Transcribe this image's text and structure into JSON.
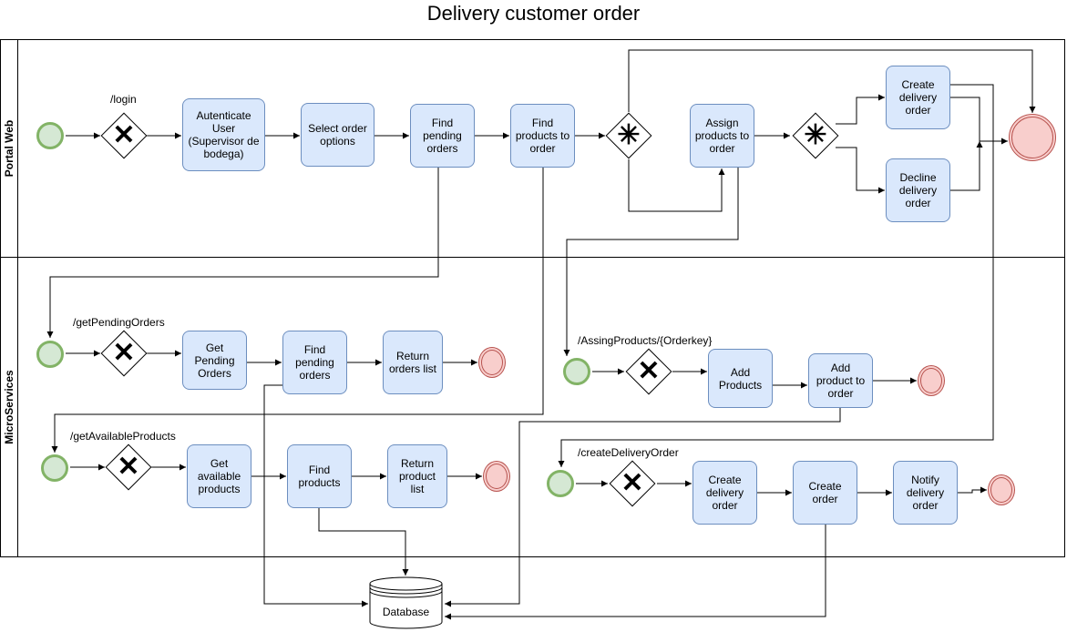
{
  "title": "Delivery customer order",
  "lanes": {
    "portal": "Portal Web",
    "micro": "MicroServices"
  },
  "labels": {
    "login": "/login",
    "get_pending_orders": "/getPendingOrders",
    "get_available_products": "/getAvailableProducts",
    "assing_products": "/AssingProducts/{Orderkey}",
    "create_delivery_order": "/createDeliveryOrder"
  },
  "tasks": {
    "authenticate_user": "Autenticate User (Supervisor de bodega)",
    "select_order_options": "Select order options",
    "find_pending_orders_portal": "Find pending orders",
    "find_products_to_order": "Find products to order",
    "assign_products_to_order": "Assign products to order",
    "create_delivery_order_portal": "Create delivery order",
    "decline_delivery_order": "Decline delivery order",
    "get_pending_orders": "Get Pending Orders",
    "find_pending_orders_ms": "Find pending orders",
    "return_orders_list": "Return orders list",
    "add_products": "Add Products",
    "add_product_to_order": "Add product to order",
    "get_available_products": "Get available products",
    "find_products": "Find products",
    "return_product_list": "Return product list",
    "create_delivery_order_ms": "Create delivery order",
    "create_order": "Create order",
    "notify_delivery_order": "Notify delivery order"
  },
  "database": "Database",
  "colors": {
    "task_fill": "#dae8fc",
    "task_stroke": "#6c8ebf",
    "start_fill": "#d5e8d4",
    "start_stroke": "#82b366",
    "end_fill": "#f8cecc",
    "end_stroke": "#b85450"
  }
}
